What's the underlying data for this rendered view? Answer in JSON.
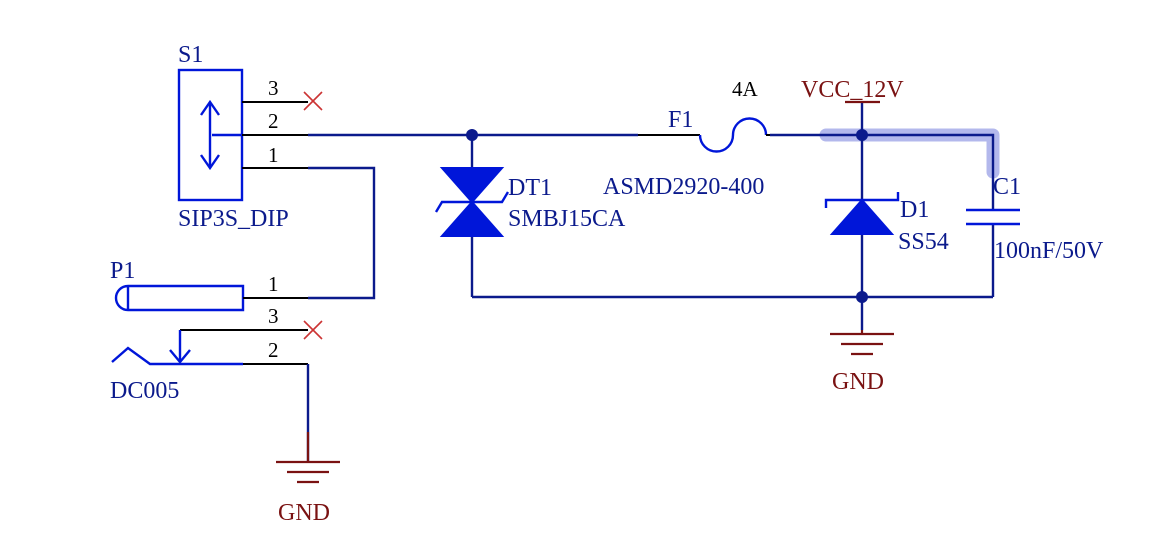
{
  "schematic": {
    "switch": {
      "ref": "S1",
      "footprint": "SIP3S_DIP",
      "pins": [
        "3",
        "2",
        "1"
      ]
    },
    "connector": {
      "ref": "P1",
      "part": "DC005",
      "pins": [
        "1",
        "3",
        "2"
      ]
    },
    "tvs": {
      "ref": "DT1",
      "part": "SMBJ15CA"
    },
    "fuse": {
      "ref": "F1",
      "rating": "4A",
      "part": "ASMD2920-400"
    },
    "net_vcc": {
      "name": "VCC_12V"
    },
    "diode": {
      "ref": "D1",
      "part": "SS54"
    },
    "capacitor": {
      "ref": "C1",
      "value": "100nF/50V"
    },
    "ground_1": {
      "name": "GND"
    },
    "ground_2": {
      "name": "GND"
    },
    "colors": {
      "wire": "#0b1a8c",
      "component": "#0016d9",
      "power_label": "#7a1212",
      "net_highlight": "#b3b8ec",
      "no_connect": "#cc3333"
    }
  }
}
